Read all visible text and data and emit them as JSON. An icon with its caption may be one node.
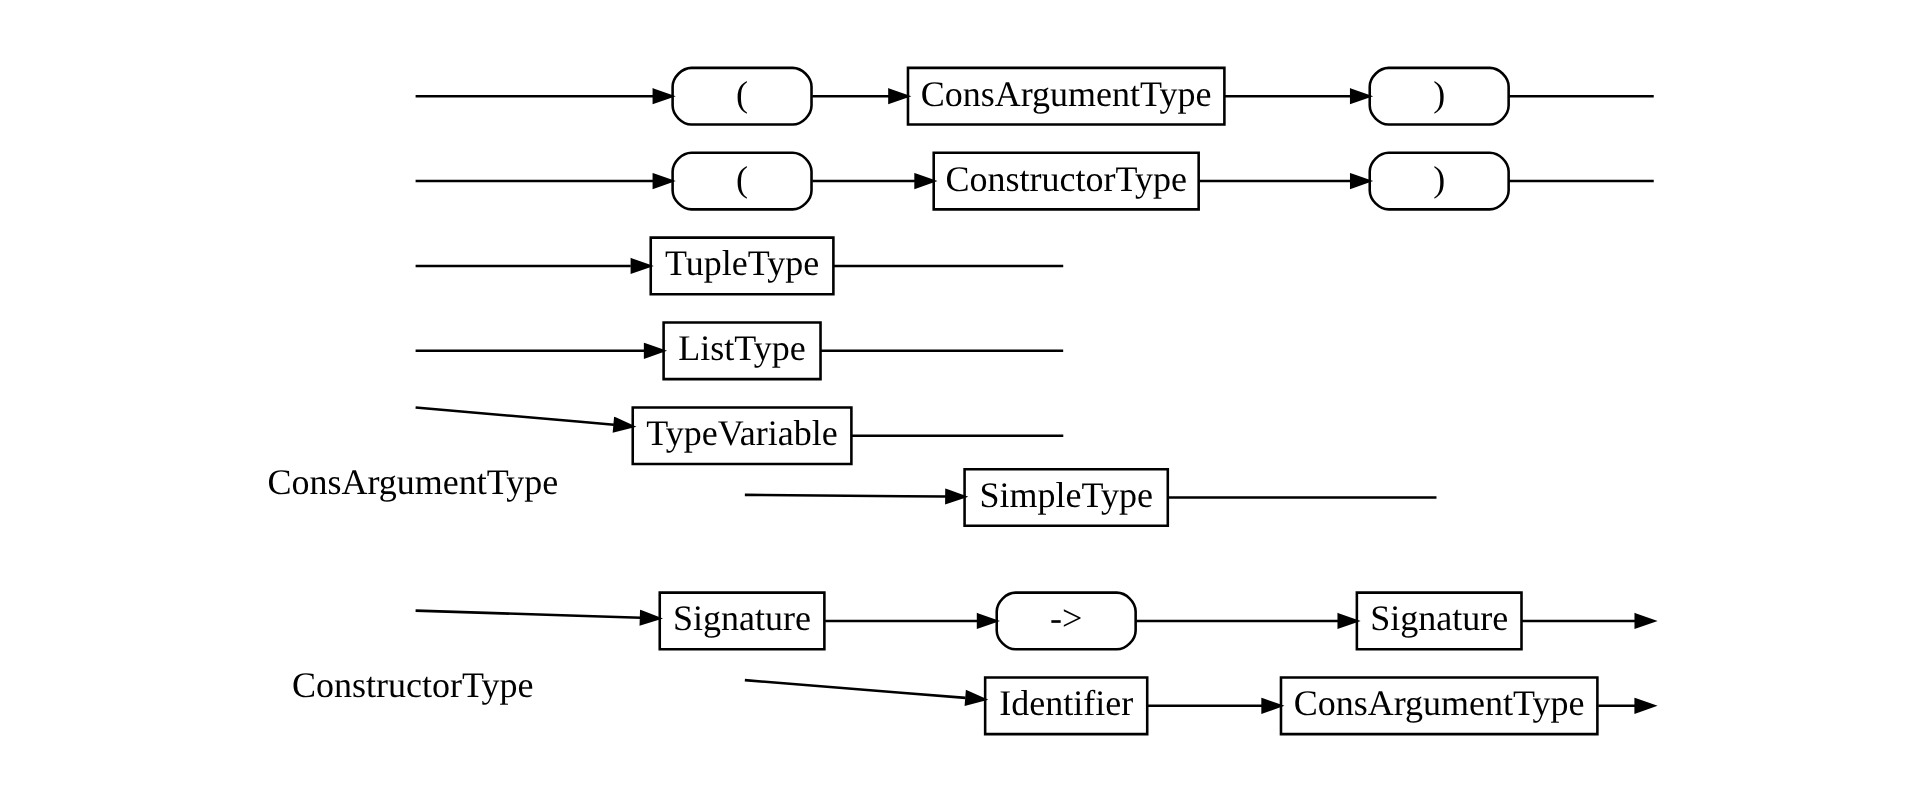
{
  "diagram": {
    "nodes": [
      {
        "text": [
          "Identifier"
        ]
      },
      {
        "text": [
          "ConsArgumentType"
        ]
      },
      {
        "text": [
          "Signature"
        ]
      },
      {
        "text": [
          "->"
        ]
      },
      {
        "text": [
          "Signature"
        ]
      },
      {
        "text": [
          "SimpleType"
        ]
      },
      {
        "text": [
          "TypeVariable"
        ]
      },
      {
        "text": [
          "ListType"
        ]
      },
      {
        "text": [
          "TupleType"
        ]
      },
      {
        "text": [
          "("
        ]
      },
      {
        "text": [
          "ConstructorType"
        ]
      },
      {
        "text": [
          ")"
        ]
      },
      {
        "text": [
          "("
        ]
      },
      {
        "text": [
          "ConsArgumentType"
        ]
      },
      {
        "text": [
          ")"
        ]
      }
    ],
    "edges": [
      {
        "from": null,
        "to": 0,
        "arrow": "to"
      },
      {
        "from": null,
        "to": 2,
        "arrow": "to"
      },
      {
        "from": 0,
        "to": 1,
        "arrow": "to"
      },
      {
        "from": 2,
        "to": 3,
        "arrow": "to"
      },
      {
        "from": 3,
        "to": 4,
        "arrow": "to"
      },
      {
        "from": 1,
        "to": null,
        "arrow": "to"
      },
      {
        "from": 4,
        "to": null,
        "arrow": "to"
      },
      {
        "from": 5,
        "to": null,
        "arrow": "none"
      },
      {
        "from": 6,
        "to": null,
        "arrow": "none"
      },
      {
        "from": 7,
        "to": null,
        "arrow": "none"
      },
      {
        "from": 8,
        "to": null,
        "arrow": "none"
      },
      {
        "from": null,
        "to": 5,
        "arrow": "to"
      },
      {
        "from": null,
        "to": 6,
        "arrow": "to"
      },
      {
        "from": null,
        "to": 7,
        "arrow": "to"
      },
      {
        "from": null,
        "to": 8,
        "arrow": "to"
      },
      {
        "from": null,
        "to": 9,
        "arrow": "to"
      },
      {
        "from": null,
        "to": 12,
        "arrow": "to"
      },
      {
        "from": 9,
        "to": 10,
        "arrow": "to"
      },
      {
        "from": 10,
        "to": 11,
        "arrow": "to"
      },
      {
        "from": 12,
        "to": 13,
        "arrow": "to"
      },
      {
        "from": 13,
        "to": 14,
        "arrow": "to"
      },
      {
        "from": 11,
        "to": null,
        "arrow": "none"
      },
      {
        "from": 14,
        "to": null,
        "arrow": "none"
      }
    ],
    "labels": [
      "ConsArgumentType",
      "ConstructorType"
    ]
  }
}
